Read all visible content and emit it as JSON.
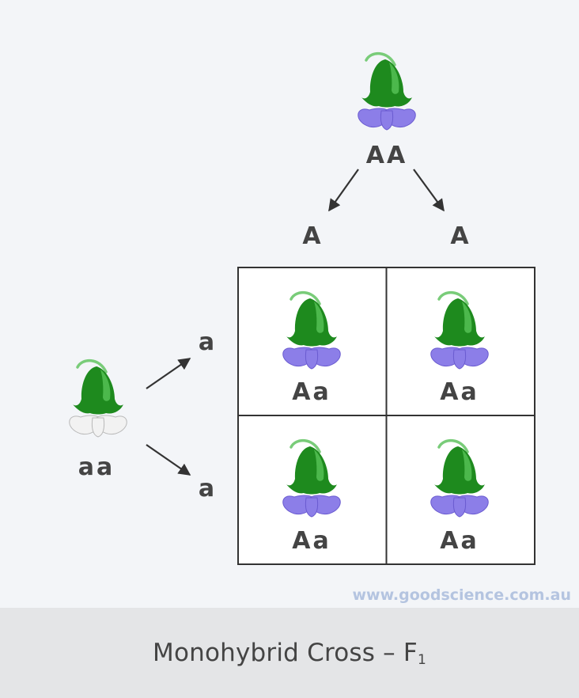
{
  "parent_top": {
    "genotype": "AA",
    "alleles": [
      "A",
      "A"
    ],
    "flower_color": "#8c7ee8"
  },
  "parent_left": {
    "genotype": "aa",
    "alleles": [
      "a",
      "a"
    ],
    "flower_color": "#f2f2f2"
  },
  "punnett": {
    "cells": [
      {
        "genotype": "Aa",
        "flower_color": "#8c7ee8"
      },
      {
        "genotype": "Aa",
        "flower_color": "#8c7ee8"
      },
      {
        "genotype": "Aa",
        "flower_color": "#8c7ee8"
      },
      {
        "genotype": "Aa",
        "flower_color": "#8c7ee8"
      }
    ]
  },
  "watermark": "www.goodscience.com.au",
  "footer": {
    "title": "Monohybrid Cross – F",
    "subscript": "1"
  },
  "colors": {
    "stem": "#79cc79",
    "sepal_dark": "#1e8a1e",
    "sepal_light": "#4cb84c",
    "dominant_petal": "#8c7ee8",
    "recessive_petal": "#f2f2f2",
    "label": "#444444",
    "watermark": "#b4c4e0"
  },
  "icons": [
    "flower-icon",
    "arrow-icon"
  ]
}
